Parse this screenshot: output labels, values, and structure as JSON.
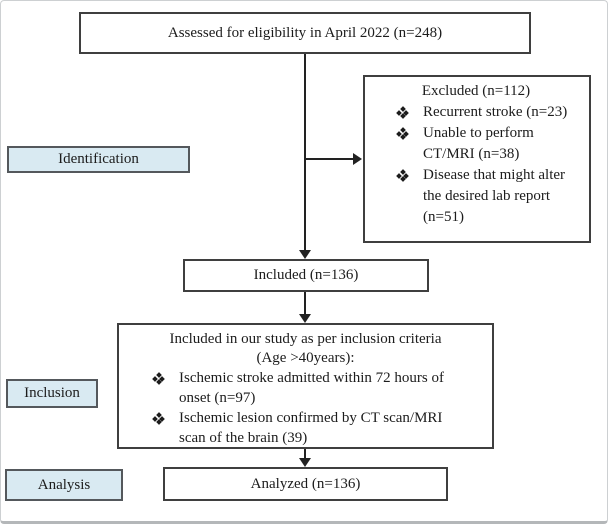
{
  "icons": {
    "bullet": "four-diamond-bullet"
  },
  "colors": {
    "label_bg": "#d9eaf2",
    "label_border": "#54585c",
    "box_border": "#3f3f3f",
    "arrow": "#222222",
    "frame_border": "#cdd0d2",
    "text": "#1c1c1c"
  },
  "diagram": {
    "stage_labels": {
      "identification": "Identification",
      "inclusion": "Inclusion",
      "analysis": "Analysis"
    },
    "assessed": {
      "text": "Assessed for eligibility in April 2022 (n=248)"
    },
    "excluded": {
      "title": "Excluded (n=112)",
      "items": [
        {
          "lines": [
            "Recurrent stroke (n=23)"
          ]
        },
        {
          "lines": [
            "Unable to perform",
            "CT/MRI (n=38)"
          ]
        },
        {
          "lines": [
            "Disease that might alter",
            "the desired lab report",
            "(n=51)"
          ]
        }
      ]
    },
    "included": {
      "text": "Included (n=136)"
    },
    "criteria": {
      "title_lines": [
        "Included in our study as per inclusion criteria",
        "(Age >40years):"
      ],
      "items": [
        {
          "lines": [
            "Ischemic stroke admitted within 72 hours of",
            "onset (n=97)"
          ]
        },
        {
          "lines": [
            "Ischemic lesion confirmed by CT scan/MRI",
            "scan of the brain (39)"
          ]
        }
      ]
    },
    "analyzed": {
      "text": "Analyzed (n=136)"
    }
  }
}
